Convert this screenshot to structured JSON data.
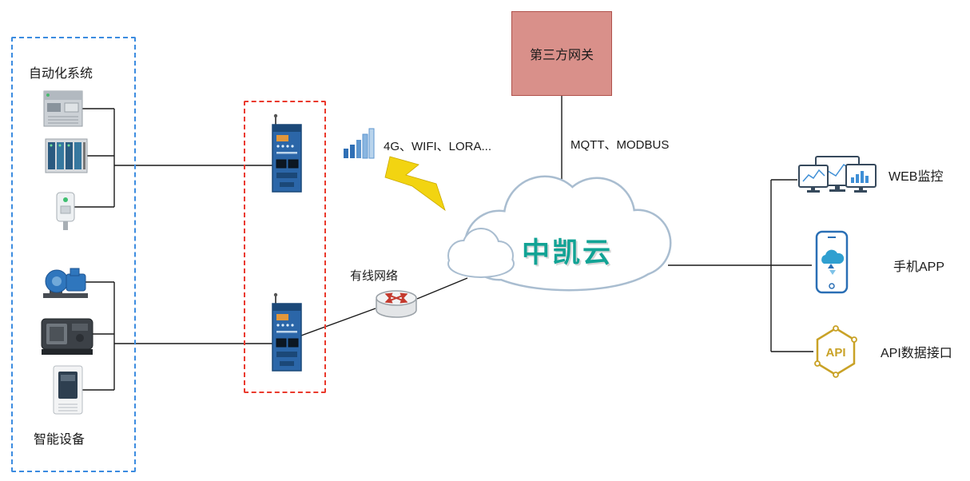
{
  "left_panel": {
    "top_label": "自动化系统",
    "bottom_label": "智能设备"
  },
  "links": {
    "wireless_label": "4G、WIFI、LORA...",
    "wired_label": "有线网络",
    "protocol_label": "MQTT、MODBUS"
  },
  "cloud": {
    "label": "中凯云",
    "text_color": "#12a395",
    "outline_color": "#a9bdd0"
  },
  "third_party_box": {
    "label": "第三方网关",
    "fill": "#d9908a",
    "border": "#b0524c"
  },
  "right_panel": {
    "items": [
      {
        "label": "WEB监控"
      },
      {
        "label": "手机APP"
      },
      {
        "label": "API数据接口"
      }
    ]
  },
  "api_badge_text": "API",
  "icons": {
    "left_top_group": [
      "plc-controller-icon",
      "plc-rack-icon",
      "sensor-icon"
    ],
    "left_bottom_group": [
      "pump-icon",
      "cnc-machine-icon",
      "inverter-icon"
    ],
    "gateway": "industrial-gateway-icon",
    "wireless": "signal-bars-icon",
    "lightning": "lightning-bolt-icon",
    "wired": "router-icon",
    "right_group": [
      "web-monitors-icon",
      "smartphone-cloud-icon",
      "api-hexagon-icon"
    ]
  },
  "colors": {
    "left_box_border": "#3c8ce0",
    "gateway_box_border": "#ea3a2d",
    "device_blue": "#2b66a8",
    "signal_blue": "#2f6fb5",
    "lightning_yellow": "#f2d411",
    "api_gold": "#c9a227",
    "connector": "#1a1a1a"
  }
}
